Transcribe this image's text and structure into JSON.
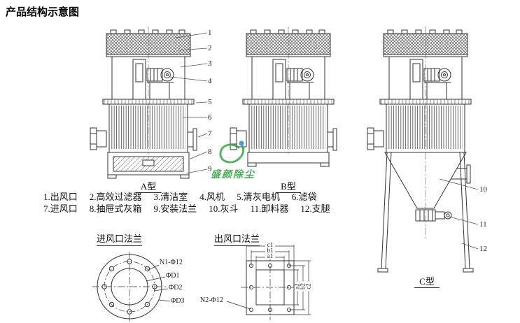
{
  "page": {
    "title": "产品结构示意图"
  },
  "machines": {
    "a": "A型",
    "b": "B型",
    "c": "C型"
  },
  "callouts": [
    "1",
    "2",
    "3",
    "4",
    "5",
    "6",
    "7",
    "8",
    "9",
    "10",
    "11",
    "12"
  ],
  "legend": {
    "row1": [
      "1.出风口",
      "2.高效过滤器",
      "3.清洁室",
      "4.风机",
      "5.清灰电机",
      "6.滤袋"
    ],
    "row2": [
      "7.进风口",
      "8.抽屉式灰箱",
      "9.安装法兰",
      "10.灰斗",
      "11.卸料器",
      "12.支腿"
    ]
  },
  "inlet_flange": {
    "title": "进风口法兰",
    "bolt_label": "N1-Φ12",
    "d1": "ΦD1",
    "d2": "ΦD2",
    "d3": "ΦD3"
  },
  "outlet_flange": {
    "title": "出风口法兰",
    "bolt_label": "N2-Φ12",
    "a1": "a1",
    "b1": "b1",
    "c1": "c1",
    "a2": "a2",
    "b2": "b2",
    "c2": "c2"
  },
  "watermark": {
    "text": "盛颜除尘",
    "color": "#2f9e3f"
  },
  "colors": {
    "line": "#333333",
    "accent_green": "#2f9e3f",
    "accent_blue": "#1d7fd6"
  }
}
